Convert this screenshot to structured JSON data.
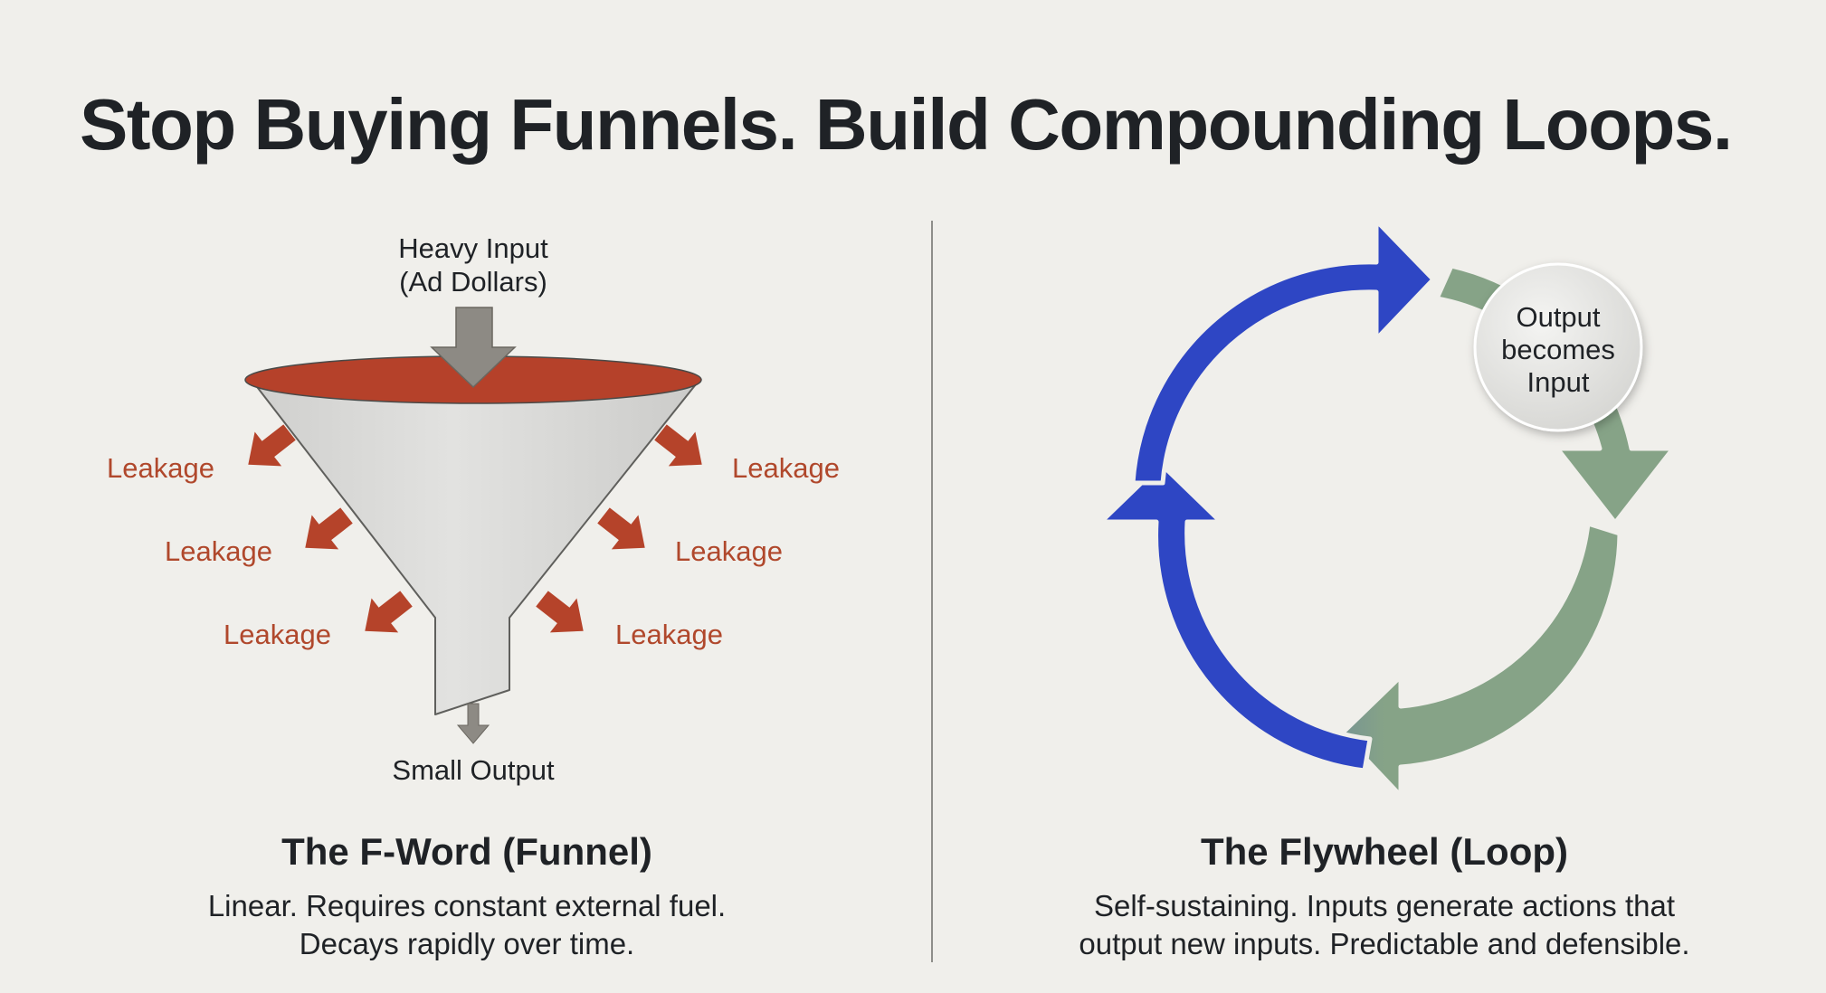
{
  "title": "Stop Buying Funnels. Build Compounding Loops.",
  "funnel": {
    "input_label_line1": "Heavy Input",
    "input_label_line2": "(Ad Dollars)",
    "leakage_labels": [
      "Leakage",
      "Leakage",
      "Leakage",
      "Leakage",
      "Leakage",
      "Leakage"
    ],
    "output_label": "Small Output",
    "heading": "The F-Word (Funnel)",
    "description_line1": "Linear. Requires constant external fuel.",
    "description_line2": "Decays rapidly over time."
  },
  "flywheel": {
    "badge_line1": "Output",
    "badge_line2": "becomes",
    "badge_line3": "Input",
    "heading": "The Flywheel (Loop)",
    "description_line1": "Self-sustaining. Inputs generate actions that",
    "description_line2": "output new inputs. Predictable and defensible."
  },
  "colors": {
    "background": "#f0efeb",
    "funnel_rim": "#b5412a",
    "leak": "#b5432a",
    "funnel_body": "#d9d9d7",
    "input_arrow": "#8d8a84",
    "loop_blue": "#2e46c4",
    "loop_green": "#86a387"
  }
}
